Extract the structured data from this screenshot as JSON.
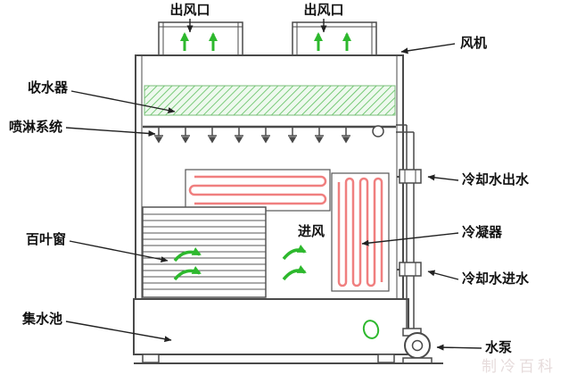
{
  "diagram": {
    "title_implicit": "closed cooling tower schematic",
    "labels": {
      "air_outlet_left": "出风口",
      "air_outlet_right": "出风口",
      "fan": "风机",
      "water_collector": "收水器",
      "spray_system": "喷淋系统",
      "louver": "百叶窗",
      "air_inlet": "进风",
      "condenser": "冷凝器",
      "cooling_water_outlet": "冷却水出水",
      "cooling_water_inlet": "冷却水进水",
      "water_basin": "集水池",
      "water_pump": "水泵"
    },
    "watermark": "制冷百科",
    "colors": {
      "line": "#4a4a4a",
      "accent_green": "#2db82d",
      "hatch_green": "#5cbf5c",
      "coil_red": "#f07f7f",
      "label_text": "#111111"
    }
  }
}
